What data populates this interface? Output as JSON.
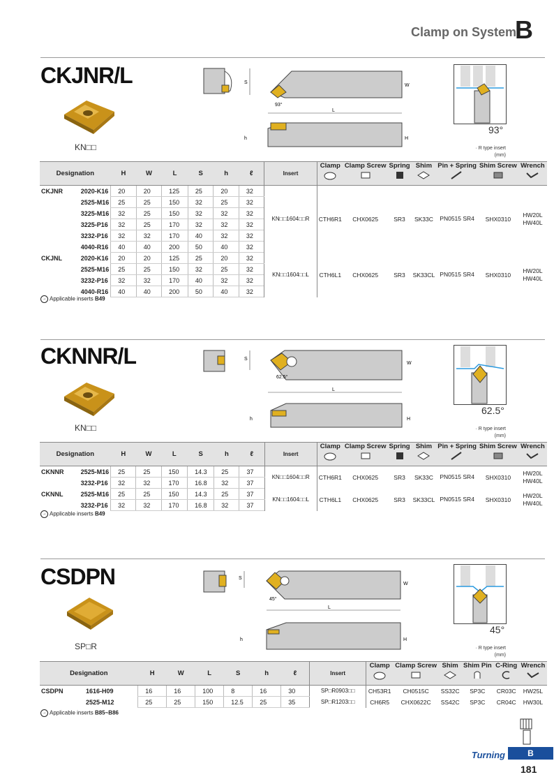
{
  "header": {
    "title": "Clamp on System",
    "letter": "B"
  },
  "sections": [
    {
      "title": "CKJNR/L",
      "insert_code": "KN□□",
      "angle": "93°",
      "note_line1": "· R type insert",
      "note_line2": "(mm)",
      "cols": [
        "Designation",
        "H",
        "W",
        "L",
        "S",
        "h",
        "ℓ",
        "Insert",
        "Clamp",
        "Clamp Screw",
        "Spring",
        "Shim",
        "Pin + Spring",
        "Shim Screw",
        "Wrench"
      ],
      "groups": [
        {
          "name": "CKJNR",
          "insert": "KN□□1604□□R",
          "clamp": "CTH6R1",
          "clamp_screw": "CHX0625",
          "spring": "SR3",
          "shim": "SK33C",
          "pin": "PN0515 SR4",
          "shim_screw": "SHX0310",
          "wrench": "HW20L HW40L",
          "rows": [
            {
              "code": "2020-K16",
              "H": "20",
              "W": "20",
              "L": "125",
              "S": "25",
              "h": "20",
              "l": "32"
            },
            {
              "code": "2525-M16",
              "H": "25",
              "W": "25",
              "L": "150",
              "S": "32",
              "h": "25",
              "l": "32"
            },
            {
              "code": "3225-M16",
              "H": "32",
              "W": "25",
              "L": "150",
              "S": "32",
              "h": "32",
              "l": "32"
            },
            {
              "code": "3225-P16",
              "H": "32",
              "W": "25",
              "L": "170",
              "S": "32",
              "h": "32",
              "l": "32"
            },
            {
              "code": "3232-P16",
              "H": "32",
              "W": "32",
              "L": "170",
              "S": "40",
              "h": "32",
              "l": "32"
            },
            {
              "code": "4040-R16",
              "H": "40",
              "W": "40",
              "L": "200",
              "S": "50",
              "h": "40",
              "l": "32"
            }
          ]
        },
        {
          "name": "CKJNL",
          "insert": "KN□□1604□□L",
          "clamp": "CTH6L1",
          "clamp_screw": "CHX0625",
          "spring": "SR3",
          "shim": "SK33CL",
          "pin": "PN0515 SR4",
          "shim_screw": "SHX0310",
          "wrench": "HW20L HW40L",
          "rows": [
            {
              "code": "2020-K16",
              "H": "20",
              "W": "20",
              "L": "125",
              "S": "25",
              "h": "20",
              "l": "32"
            },
            {
              "code": "2525-M16",
              "H": "25",
              "W": "25",
              "L": "150",
              "S": "32",
              "h": "25",
              "l": "32"
            },
            {
              "code": "3232-P16",
              "H": "32",
              "W": "32",
              "L": "170",
              "S": "40",
              "h": "32",
              "l": "32"
            },
            {
              "code": "4040-R16",
              "H": "40",
              "W": "40",
              "L": "200",
              "S": "50",
              "h": "40",
              "l": "32"
            }
          ]
        }
      ],
      "ref_label": "Applicable inserts",
      "ref_page": "B49"
    },
    {
      "title": "CKNNR/L",
      "insert_code": "KN□□",
      "angle": "62.5°",
      "note_line1": "· R type insert",
      "note_line2": "(mm)",
      "cols": [
        "Designation",
        "H",
        "W",
        "L",
        "S",
        "h",
        "ℓ",
        "Insert",
        "Clamp",
        "Clamp Screw",
        "Spring",
        "Shim",
        "Pin + Spring",
        "Shim Screw",
        "Wrench"
      ],
      "groups": [
        {
          "name": "CKNNR",
          "insert": "KN□□1604□□R",
          "clamp": "CTH6R1",
          "clamp_screw": "CHX0625",
          "spring": "SR3",
          "shim": "SK33C",
          "pin": "PN0515 SR4",
          "shim_screw": "SHX0310",
          "wrench": "HW20L HW40L",
          "rows": [
            {
              "code": "2525-M16",
              "H": "25",
              "W": "25",
              "L": "150",
              "S": "14.3",
              "h": "25",
              "l": "37"
            },
            {
              "code": "3232-P16",
              "H": "32",
              "W": "32",
              "L": "170",
              "S": "16.8",
              "h": "32",
              "l": "37"
            }
          ]
        },
        {
          "name": "CKNNL",
          "insert": "KN□□1604□□L",
          "clamp": "CTH6L1",
          "clamp_screw": "CHX0625",
          "spring": "SR3",
          "shim": "SK33CL",
          "pin": "PN0515 SR4",
          "shim_screw": "SHX0310",
          "wrench": "HW20L HW40L",
          "rows": [
            {
              "code": "2525-M16",
              "H": "25",
              "W": "25",
              "L": "150",
              "S": "14.3",
              "h": "25",
              "l": "37"
            },
            {
              "code": "3232-P16",
              "H": "32",
              "W": "32",
              "L": "170",
              "S": "16.8",
              "h": "32",
              "l": "37"
            }
          ]
        }
      ],
      "ref_label": "Applicable inserts",
      "ref_page": "B49"
    },
    {
      "title": "CSDPN",
      "insert_code": "SP□R",
      "angle": "45°",
      "note_line1": "· R type insert",
      "note_line2": "(mm)",
      "cols": [
        "Designation",
        "H",
        "W",
        "L",
        "S",
        "h",
        "ℓ",
        "Insert",
        "Clamp",
        "Clamp Screw",
        "Shim",
        "Shim Pin",
        "C-Ring",
        "Wrench"
      ],
      "groups": [
        {
          "name": "CSDPN",
          "rows": [
            {
              "code": "1616-H09",
              "H": "16",
              "W": "16",
              "L": "100",
              "S": "8",
              "h": "16",
              "l": "30",
              "insert": "SP□R0903□□",
              "clamp": "CH53R1",
              "clamp_screw": "CH0515C",
              "shim": "SS32C",
              "pin": "SP3C",
              "ring": "CR03C",
              "wrench": "HW25L"
            },
            {
              "code": "2525-M12",
              "H": "25",
              "W": "25",
              "L": "150",
              "S": "12.5",
              "h": "25",
              "l": "35",
              "insert": "SP□R1203□□",
              "clamp": "CH6R5",
              "clamp_screw": "CHX0622C",
              "shim": "SS42C",
              "pin": "SP3C",
              "ring": "CR04C",
              "wrench": "HW30L"
            }
          ]
        }
      ],
      "ref_label": "Applicable inserts",
      "ref_page": "B85~B86"
    }
  ],
  "footer": {
    "category": "Turning",
    "tab": "B",
    "page": "181"
  },
  "colors": {
    "accent": "#1a4f9c",
    "gold": "#d9a520",
    "header_bg": "#e3e3e3",
    "tool_grey": "#cccccc"
  }
}
